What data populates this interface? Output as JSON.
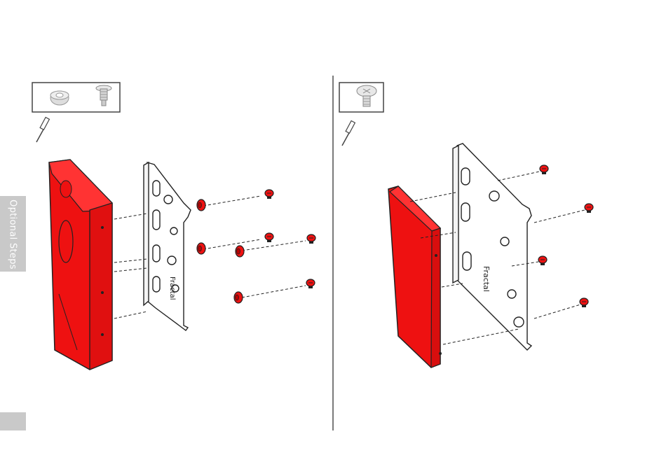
{
  "sidebar": {
    "section_label": "Optional Steps"
  },
  "colors": {
    "accent_red": "#ee1111",
    "outline": "#222222",
    "tab_gray": "#c9c9c9",
    "divider": "#7a7a7a"
  },
  "left_panel": {
    "parts_box_icons": [
      "grommet-icon",
      "standoff-screw-icon"
    ],
    "tool_icon": "screwdriver-icon",
    "component": "3.5-inch-drive",
    "bracket_label": "Fractal"
  },
  "right_panel": {
    "parts_box_icons": [
      "pan-head-screw-icon"
    ],
    "tool_icon": "screwdriver-icon",
    "component": "2.5-inch-drive",
    "bracket_label": "Fractal"
  }
}
